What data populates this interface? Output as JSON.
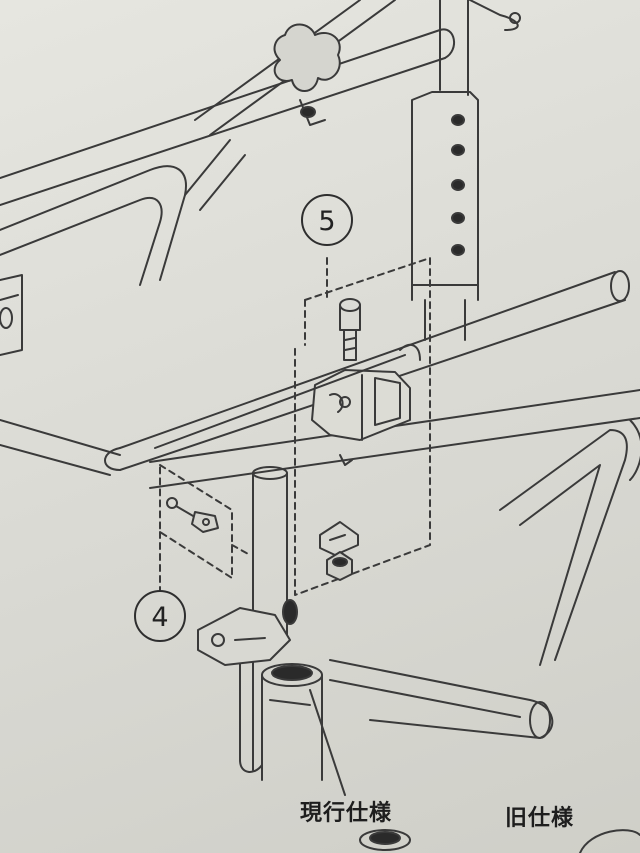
{
  "diagram": {
    "callouts": [
      {
        "id": "callout-5",
        "label": "5"
      },
      {
        "id": "callout-4",
        "label": "4"
      }
    ],
    "captions": {
      "current_spec": "現行仕様",
      "old_spec": "旧仕様"
    },
    "colors": {
      "line": "#3a3a3a",
      "paper": "#e2e2dc",
      "dark_part": "#2a2a2a"
    }
  }
}
